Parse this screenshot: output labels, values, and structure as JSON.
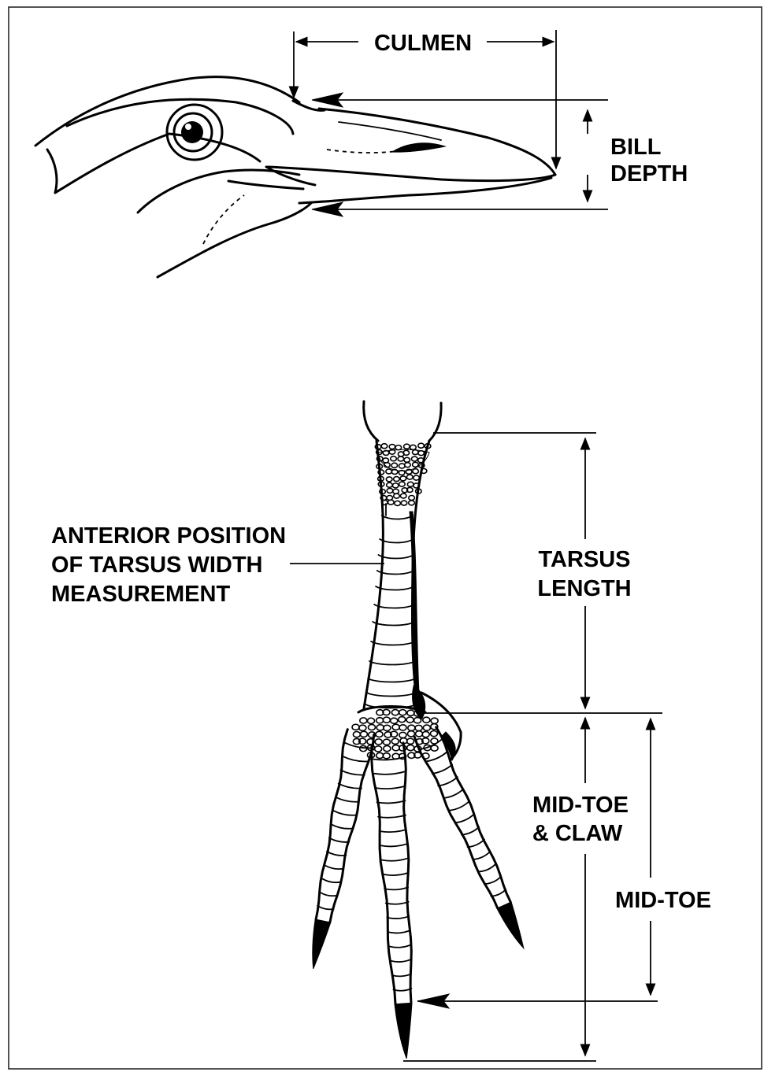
{
  "labels": {
    "culmen": "CULMEN",
    "bill_depth_line1": "BILL",
    "bill_depth_line2": "DEPTH",
    "anterior_line1": "ANTERIOR POSITION",
    "anterior_line2": "OF TARSUS WIDTH",
    "anterior_line3": "MEASUREMENT",
    "tarsus_line1": "TARSUS",
    "tarsus_line2": "LENGTH",
    "midtoe_claw_line1": "MID-TOE",
    "midtoe_claw_line2": "& CLAW",
    "midtoe": "MID-TOE"
  },
  "colors": {
    "ink": "#000000",
    "frame": "#1a1a1a",
    "background": "#ffffff"
  }
}
